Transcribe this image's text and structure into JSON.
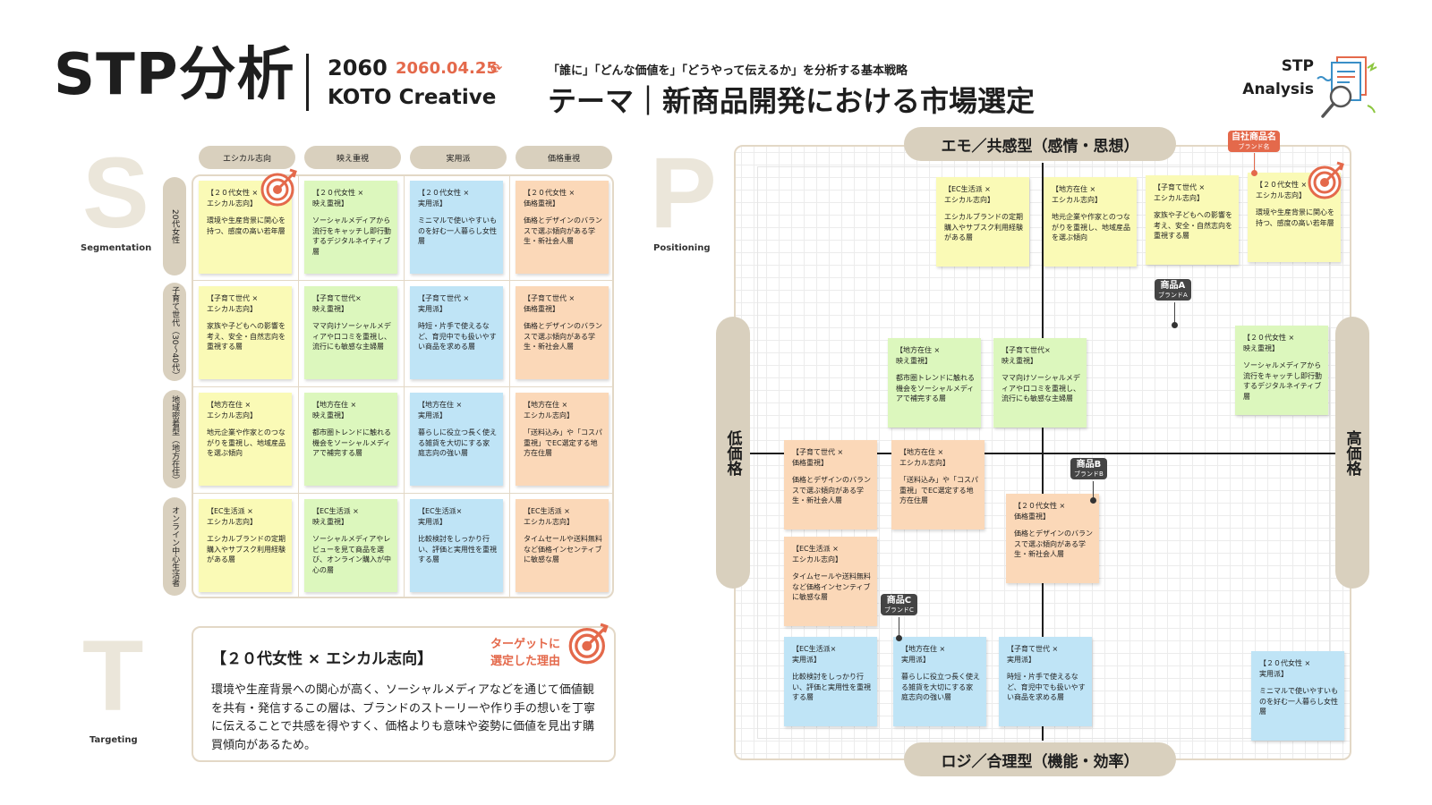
{
  "header": {
    "title": "STP分析",
    "year": "2060",
    "date": "2060.04.25",
    "company": "KOTO Creative",
    "subtitle": "「誰に」「どんな価値を」「どうやって伝えるか」を分析する基本戦略",
    "theme": "テーマ｜新商品開発における市場選定",
    "badge_line1": "STP",
    "badge_line2": "Analysis"
  },
  "letters": {
    "s": "S",
    "s_caption": "Segmentation",
    "p": "P",
    "p_caption": "Positioning",
    "t": "T",
    "t_caption": "Targeting"
  },
  "segmentation": {
    "columns": [
      "エシカル志向",
      "映え重視",
      "実用派",
      "価格重視"
    ],
    "rows": [
      "20代女性",
      "子育て世代（30〜40代）",
      "地域密着型（地方在住）",
      "オンライン中心生活者"
    ],
    "cells": [
      [
        {
          "tag": "【２０代女性 ×\nエシカル志向】",
          "body": "環境や生産背景に関心を持つ、感度の高い若年層"
        },
        {
          "tag": "【２０代女性 ×\n映え重視】",
          "body": "ソーシャルメディアから流行をキャッチし即行動するデジタルネイティブ層"
        },
        {
          "tag": "【２０代女性 ×\n実用派】",
          "body": "ミニマルで使いやすいものを好む一人暮らし女性層"
        },
        {
          "tag": "【２０代女性 ×\n価格重視】",
          "body": "価格とデザインのバランスで選ぶ傾向がある学生・新社会人層"
        }
      ],
      [
        {
          "tag": "【子育て世代 ×\nエシカル志向】",
          "body": "家族や子どもへの影響を考え、安全・自然志向を重視する層"
        },
        {
          "tag": "【子育て世代×\n映え重視】",
          "body": "ママ向けソーシャルメディアや口コミを重視し、流行にも敏感な主婦層"
        },
        {
          "tag": "【子育て世代 ×\n実用派】",
          "body": "時短・片手で使えるなど、育児中でも扱いやすい商品を求める層"
        },
        {
          "tag": "【子育て世代 ×\n価格重視】",
          "body": "価格とデザインのバランスで選ぶ傾向がある学生・新社会人層"
        }
      ],
      [
        {
          "tag": "【地方在住 ×\nエシカル志向】",
          "body": "地元企業や作家とのつながりを重視し、地域産品を選ぶ傾向"
        },
        {
          "tag": "【地方在住 ×\n映え重視】",
          "body": "都市圏トレンドに触れる機会をソーシャルメディアで補完する層"
        },
        {
          "tag": "【地方在住 ×\n実用派】",
          "body": "暮らしに役立つ長く使える雑貨を大切にする家庭志向の強い層"
        },
        {
          "tag": "【地方在住 ×\nエシカル志向】",
          "body": "「送料込み」や「コスパ重視」でEC選定する地方在住層"
        }
      ],
      [
        {
          "tag": "【EC生活派 ×\nエシカル志向】",
          "body": "エシカルブランドの定期購入やサブスク利用経験がある層"
        },
        {
          "tag": "【EC生活派 ×\n映え重視】",
          "body": "ソーシャルメディアやレビューを見て商品を選び、オンライン購入が中心の層"
        },
        {
          "tag": "【EC生活派×\n実用派】",
          "body": "比較検討をしっかり行い、評価と実用性を重視する層"
        },
        {
          "tag": "【EC生活派 ×\nエシカル志向】",
          "body": "タイムセールや送料無料など価格インセンティブに敏感な層"
        }
      ]
    ]
  },
  "targeting": {
    "title": "【２０代女性 × エシカル志向】",
    "reason_line1": "ターゲットに",
    "reason_line2": "選定した理由",
    "text": "環境や生産背景への関心が高く、ソーシャルメディアなどを通じて価値観を共有・発信するこの層は、ブランドのストーリーや作り手の想いを丁寧に伝えることで共感を得やすく、価格よりも意味や姿勢に価値を見出す購買傾向があるため。"
  },
  "positioning": {
    "axis_top": "エモ／共感型（感情・思想）",
    "axis_bottom": "ロジ／合理型（機能・効率）",
    "axis_left": "低価格",
    "axis_right": "高価格",
    "notes": [
      {
        "color": "yellow",
        "tag": "【EC生活派 ×\nエシカル志向】",
        "body": "エシカルブランドの定期購入やサブスク利用経験がある層"
      },
      {
        "color": "yellow",
        "tag": "【地方在住 ×\nエシカル志向】",
        "body": "地元企業や作家とのつながりを重視し、地域産品を選ぶ傾向"
      },
      {
        "color": "yellow",
        "tag": "【子育て世代 ×\nエシカル志向】",
        "body": "家族や子どもへの影響を考え、安全・自然志向を重視する層"
      },
      {
        "color": "yellow",
        "tag": "【２０代女性 ×\nエシカル志向】",
        "body": "環境や生産背景に関心を持つ、感度の高い若年層"
      },
      {
        "color": "green",
        "tag": "【地方在住 ×\n映え重視】",
        "body": "都市圏トレンドに触れる機会をソーシャルメディアで補完する層"
      },
      {
        "color": "green",
        "tag": "【子育て世代×\n映え重視】",
        "body": "ママ向けソーシャルメディアや口コミを重視し、流行にも敏感な主婦層"
      },
      {
        "color": "green",
        "tag": "【２０代女性 ×\n映え重視】",
        "body": "ソーシャルメディアから流行をキャッチし即行動するデジタルネイティブ層"
      },
      {
        "color": "orange",
        "tag": "【子育て世代 ×\n価格重視】",
        "body": "価格とデザインのバランスで選ぶ傾向がある学生・新社会人層"
      },
      {
        "color": "orange",
        "tag": "【地方在住 ×\nエシカル志向】",
        "body": "「送料込み」や「コスパ重視」でEC選定する地方在住層"
      },
      {
        "color": "orange",
        "tag": "【２０代女性 ×\n価格重視】",
        "body": "価格とデザインのバランスで選ぶ傾向がある学生・新社会人層"
      },
      {
        "color": "orange",
        "tag": "【EC生活派 ×\nエシカル志向】",
        "body": "タイムセールや送料無料など価格インセンティブに敏感な層"
      },
      {
        "color": "blue",
        "tag": "【EC生活派×\n実用派】",
        "body": "比較検討をしっかり行い、評価と実用性を重視する層"
      },
      {
        "color": "blue",
        "tag": "【地方在住 ×\n実用派】",
        "body": "暮らしに役立つ長く使える雑貨を大切にする家庭志向の強い層"
      },
      {
        "color": "blue",
        "tag": "【子育て世代 ×\n実用派】",
        "body": "時短・片手で使えるなど、育児中でも扱いやすい商品を求める層"
      },
      {
        "color": "blue",
        "tag": "【２０代女性 ×\n実用派】",
        "body": "ミニマルで使いやすいものを好む一人暮らし女性層"
      }
    ],
    "pins": [
      {
        "main": "自社商品名",
        "sub": "ブランド名",
        "own": true
      },
      {
        "main": "商品A",
        "sub": "ブランドA",
        "own": false
      },
      {
        "main": "商品B",
        "sub": "ブランドB",
        "own": false
      },
      {
        "main": "商品C",
        "sub": "ブランドC",
        "own": false
      }
    ]
  },
  "colors": {
    "accent": "#e4694b",
    "pill": "#d9d0be",
    "frame": "#e3d8c6",
    "yellow": "#fafab6",
    "green": "#dcf7bd",
    "blue": "#bfe4f6",
    "orange": "#fbd8b8"
  },
  "icons": [
    "target-icon",
    "magnifier-document-icon",
    "refresh-icon"
  ]
}
